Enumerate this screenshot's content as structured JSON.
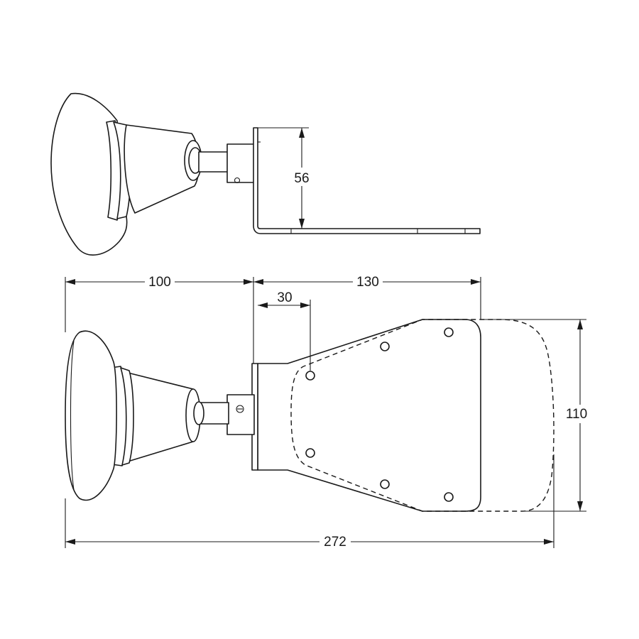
{
  "drawing": {
    "dimensions": {
      "height_side": "56",
      "left_length": "100",
      "right_length": "130",
      "hole_offset": "30",
      "width": "110",
      "total_length": "272"
    }
  }
}
